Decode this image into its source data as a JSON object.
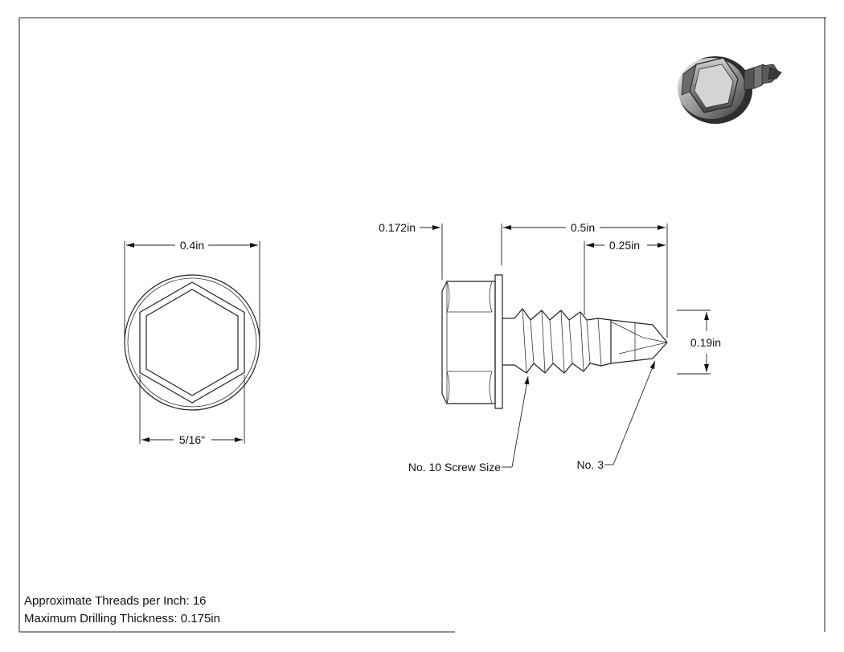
{
  "top_view": {
    "across_flange": "0.4in",
    "hex_size": "5/16\""
  },
  "side_view": {
    "head_height": "0.172in",
    "length": "0.5in",
    "tip_length": "0.25in",
    "diameter": "0.19in",
    "screw_size_callout": "No. 10 Screw Size",
    "drill_point_callout": "No. 3"
  },
  "notes": {
    "threads": "Approximate Threads per Inch: 16",
    "drilling": "Maximum Drilling Thickness: 0.175in"
  }
}
